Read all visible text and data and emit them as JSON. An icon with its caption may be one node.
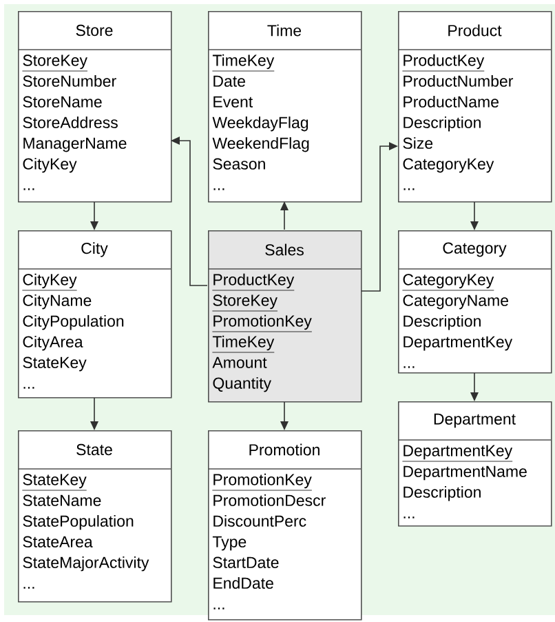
{
  "diagram": {
    "nodes": [
      {
        "text": [
          "Store",
          "StoreKey",
          "StoreNumber",
          "StoreName",
          "StoreAddress",
          "ManagerName",
          "CityKey",
          "..."
        ]
      },
      {
        "text": [
          "Time",
          "TimeKey",
          "Date",
          "Event",
          "WeekdayFlag",
          "WeekendFlag",
          "Season",
          "..."
        ]
      },
      {
        "text": [
          "Product",
          "ProductKey",
          "ProductNumber",
          "ProductName",
          "Description",
          "Size",
          "CategoryKey",
          "..."
        ]
      },
      {
        "text": [
          "City",
          "CityKey",
          "CityName",
          "CityPopulation",
          "CityArea",
          "StateKey",
          "..."
        ]
      },
      {
        "text": [
          "Sales",
          "ProductKey",
          "StoreKey",
          "PromotionKey",
          "TimeKey",
          "Amount",
          "Quantity"
        ]
      },
      {
        "text": [
          "Category",
          "CategoryKey",
          "CategoryName",
          "Description",
          "DepartmentKey",
          "..."
        ]
      },
      {
        "text": [
          "State",
          "StateKey",
          "StateName",
          "StatePopulation",
          "StateArea",
          "StateMajorActivity",
          "..."
        ]
      },
      {
        "text": [
          "Promotion",
          "PromotionKey",
          "PromotionDescr",
          "DiscountPerc",
          "Type",
          "StartDate",
          "EndDate",
          "..."
        ]
      },
      {
        "text": [
          "Department",
          "DepartmentKey",
          "DepartmentName",
          "Description",
          "..."
        ]
      }
    ],
    "edges": [
      {
        "from": 0,
        "to": 3,
        "arrow": "to"
      },
      {
        "from": 3,
        "to": 6,
        "arrow": "to"
      },
      {
        "from": 4,
        "to": 1,
        "arrow": "to"
      },
      {
        "from": 4,
        "to": 0,
        "arrow": "to"
      },
      {
        "from": 4,
        "to": 2,
        "arrow": "to"
      },
      {
        "from": 4,
        "to": 7,
        "arrow": "to"
      },
      {
        "from": 2,
        "to": 5,
        "arrow": "to"
      },
      {
        "from": 5,
        "to": 8,
        "arrow": "to"
      }
    ]
  }
}
